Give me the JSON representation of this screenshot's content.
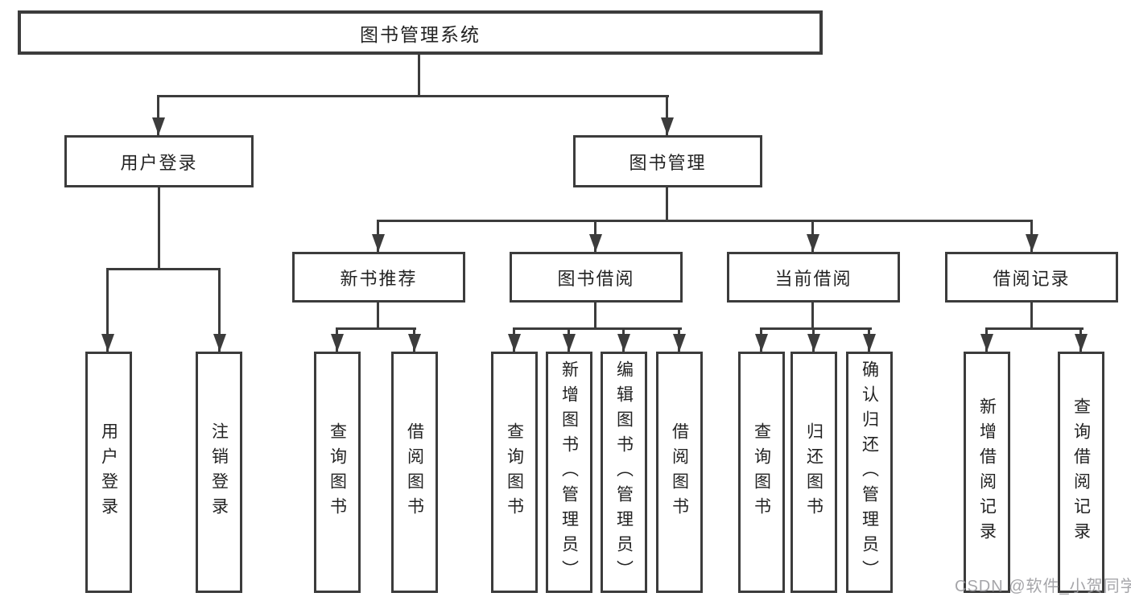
{
  "nodes": {
    "root": "图书管理系统",
    "level2": [
      {
        "label": "用户登录"
      },
      {
        "label": "图书管理"
      }
    ],
    "level3": [
      {
        "label": "新书推荐"
      },
      {
        "label": "图书借阅"
      },
      {
        "label": "当前借阅"
      },
      {
        "label": "借阅记录"
      }
    ],
    "login_children": [
      "用户登录",
      "注销登录"
    ],
    "recommend_children": [
      "查询图书",
      "借阅图书"
    ],
    "borrow_children": [
      "查询图书",
      "新增图书（管理员）",
      "编辑图书（管理员）",
      "借阅图书"
    ],
    "current_children": [
      "查询图书",
      "归还图书",
      "确认归还（管理员）"
    ],
    "records_children": [
      "新增借阅记录",
      "查询借阅记录"
    ]
  },
  "watermark": "CSDN @软件_小贺同学",
  "colors": {
    "line": "#3c3c3c",
    "text": "#232323",
    "watermark": "#9c9ca0",
    "background": "#ffffff"
  }
}
